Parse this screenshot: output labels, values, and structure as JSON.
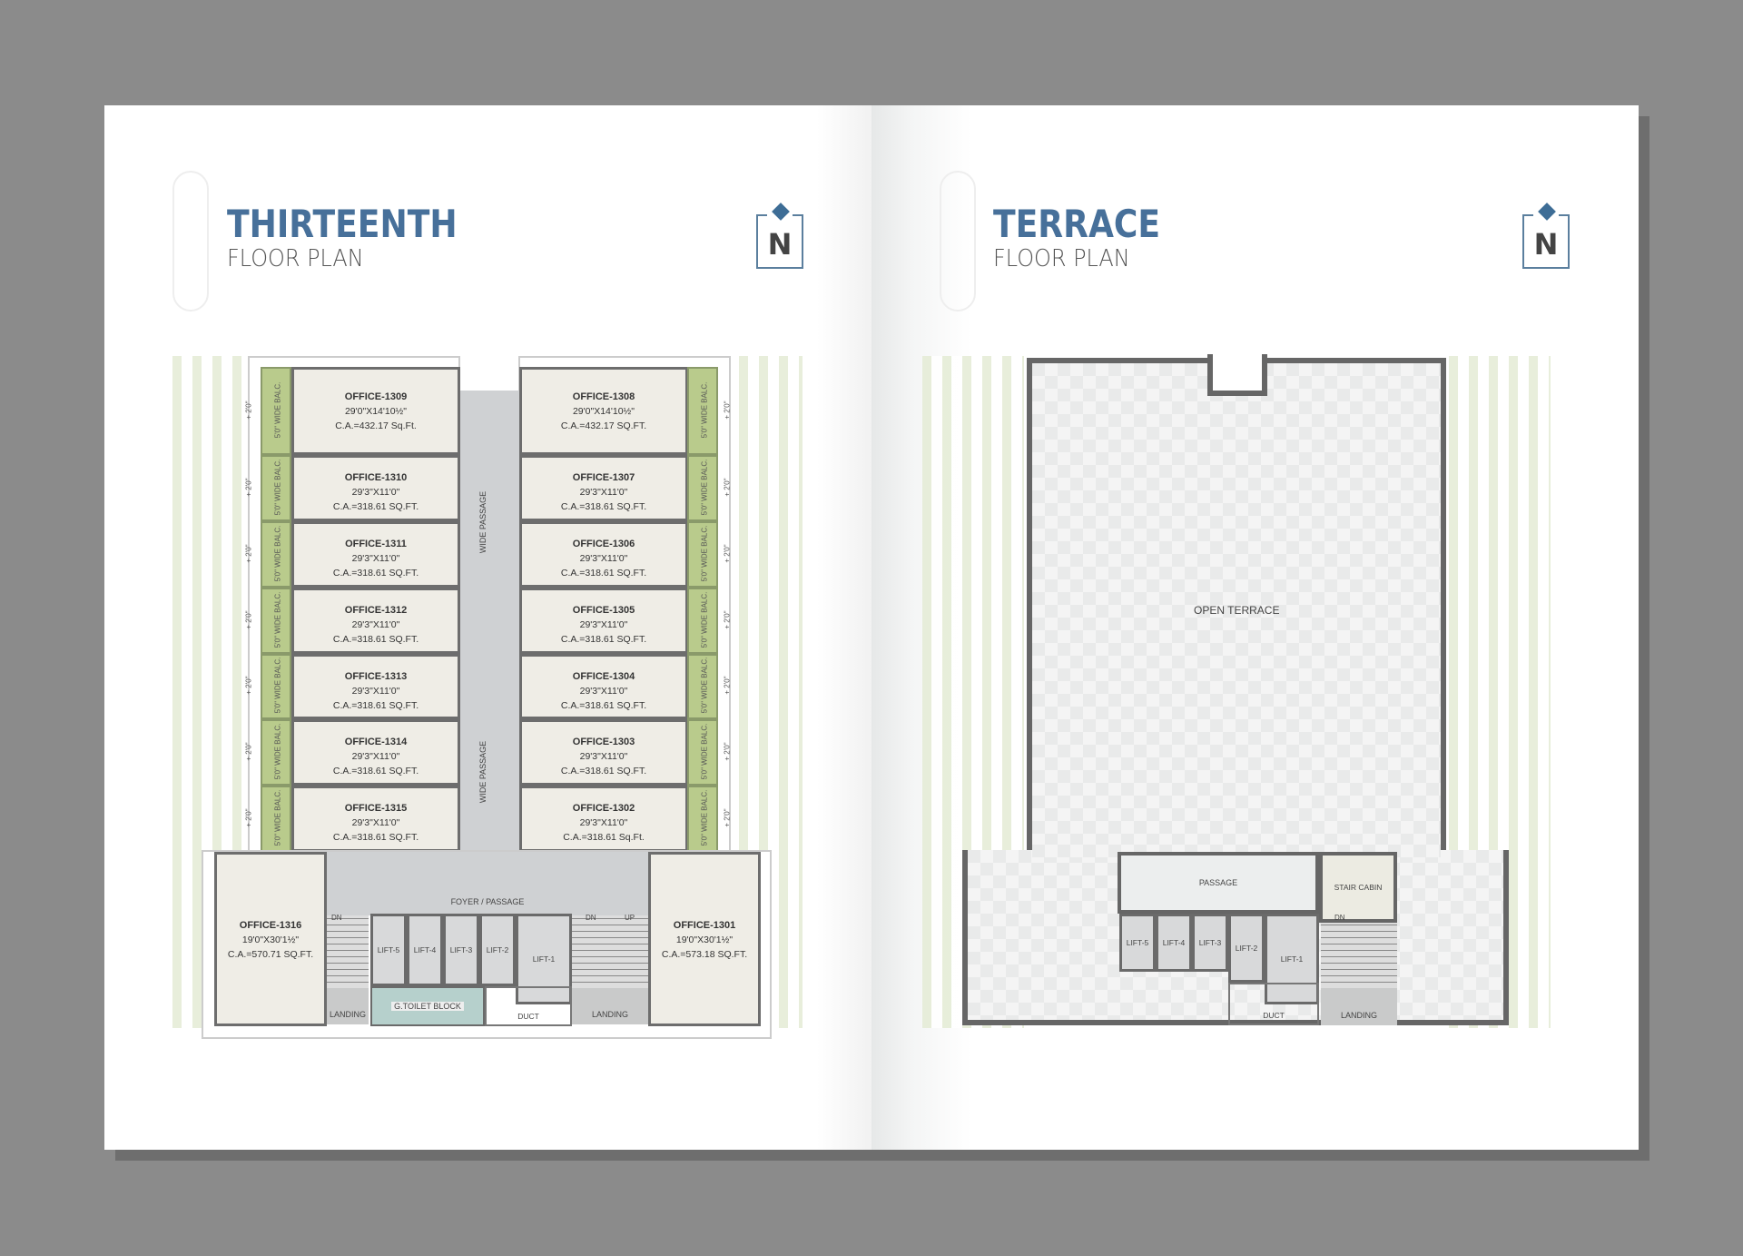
{
  "left_page": {
    "title": "THIRTEENTH",
    "subtitle": "FLOOR PLAN",
    "north": "N",
    "offices_left": [
      {
        "name": "OFFICE-1309",
        "dims": "29'0\"X14'10½\"",
        "area": "C.A.=432.17 Sq.Ft."
      },
      {
        "name": "OFFICE-1310",
        "dims": "29'3\"X11'0\"",
        "area": "C.A.=318.61 SQ.FT."
      },
      {
        "name": "OFFICE-1311",
        "dims": "29'3\"X11'0\"",
        "area": "C.A.=318.61 SQ.FT."
      },
      {
        "name": "OFFICE-1312",
        "dims": "29'3\"X11'0\"",
        "area": "C.A.=318.61 SQ.FT."
      },
      {
        "name": "OFFICE-1313",
        "dims": "29'3\"X11'0\"",
        "area": "C.A.=318.61 SQ.FT."
      },
      {
        "name": "OFFICE-1314",
        "dims": "29'3\"X11'0\"",
        "area": "C.A.=318.61 SQ.FT."
      },
      {
        "name": "OFFICE-1315",
        "dims": "29'3\"X11'0\"",
        "area": "C.A.=318.61 SQ.FT."
      }
    ],
    "offices_right": [
      {
        "name": "OFFICE-1308",
        "dims": "29'0\"X14'10½\"",
        "area": "C.A.=432.17 SQ.FT."
      },
      {
        "name": "OFFICE-1307",
        "dims": "29'3\"X11'0\"",
        "area": "C.A.=318.61 SQ.FT."
      },
      {
        "name": "OFFICE-1306",
        "dims": "29'3\"X11'0\"",
        "area": "C.A.=318.61 SQ.FT."
      },
      {
        "name": "OFFICE-1305",
        "dims": "29'3\"X11'0\"",
        "area": "C.A.=318.61 SQ.FT."
      },
      {
        "name": "OFFICE-1304",
        "dims": "29'3\"X11'0\"",
        "area": "C.A.=318.61 SQ.FT."
      },
      {
        "name": "OFFICE-1303",
        "dims": "29'3\"X11'0\"",
        "area": "C.A.=318.61 SQ.FT."
      },
      {
        "name": "OFFICE-1302",
        "dims": "29'3\"X11'0\"",
        "area": "C.A.=318.61 Sq.Ft."
      }
    ],
    "balcony": "5'0\" WIDE BALC.",
    "offset": "+ 2'0\"",
    "passage": "WIDE PASSAGE",
    "office_1316": {
      "name": "OFFICE-1316",
      "dims": "19'0\"X30'1½\"",
      "area": "C.A.=570.71 SQ.FT."
    },
    "office_1301": {
      "name": "OFFICE-1301",
      "dims": "19'0\"X30'1½\"",
      "area": "C.A.=573.18 SQ.FT."
    },
    "foyer": "FOYER / PASSAGE",
    "lifts": [
      "LIFT-5",
      "LIFT-4",
      "LIFT-3",
      "LIFT-2",
      "LIFT-1"
    ],
    "dn": "DN",
    "up": "UP",
    "landing": "LANDING",
    "toilet": "G.TOILET BLOCK",
    "duct": "DUCT"
  },
  "right_page": {
    "title": "TERRACE",
    "subtitle": "FLOOR PLAN",
    "north": "N",
    "open_terrace": "OPEN TERRACE",
    "passage": "PASSAGE",
    "stair_cabin": "STAIR CABIN",
    "lifts": [
      "LIFT-5",
      "LIFT-4",
      "LIFT-3",
      "LIFT-2",
      "LIFT-1"
    ],
    "dn": "DN",
    "landing": "LANDING",
    "duct": "DUCT"
  }
}
